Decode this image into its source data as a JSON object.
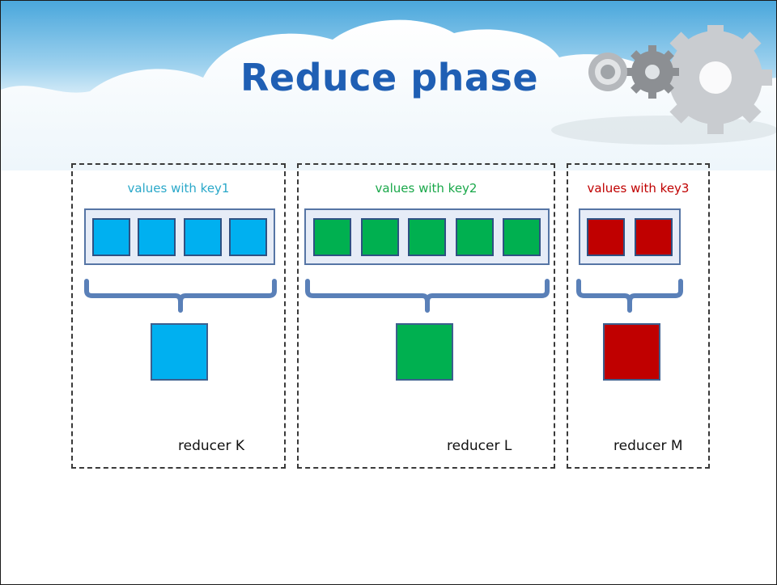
{
  "title": "Reduce phase",
  "groups": [
    {
      "key_label": "values with key1",
      "color": "#00b0f0",
      "value_count": 4,
      "reducer_label": "reducer K"
    },
    {
      "key_label": "values with key2",
      "color": "#00b050",
      "value_count": 5,
      "reducer_label": "reducer L"
    },
    {
      "key_label": "values with key3",
      "color": "#c00000",
      "value_count": 2,
      "reducer_label": "reducer M"
    }
  ],
  "colors": {
    "title": "#1f5fb4",
    "key1_label": "#2aa8c9",
    "key2_label": "#1aa84a",
    "key3_label": "#c00000",
    "tray_border": "#5675a5"
  }
}
